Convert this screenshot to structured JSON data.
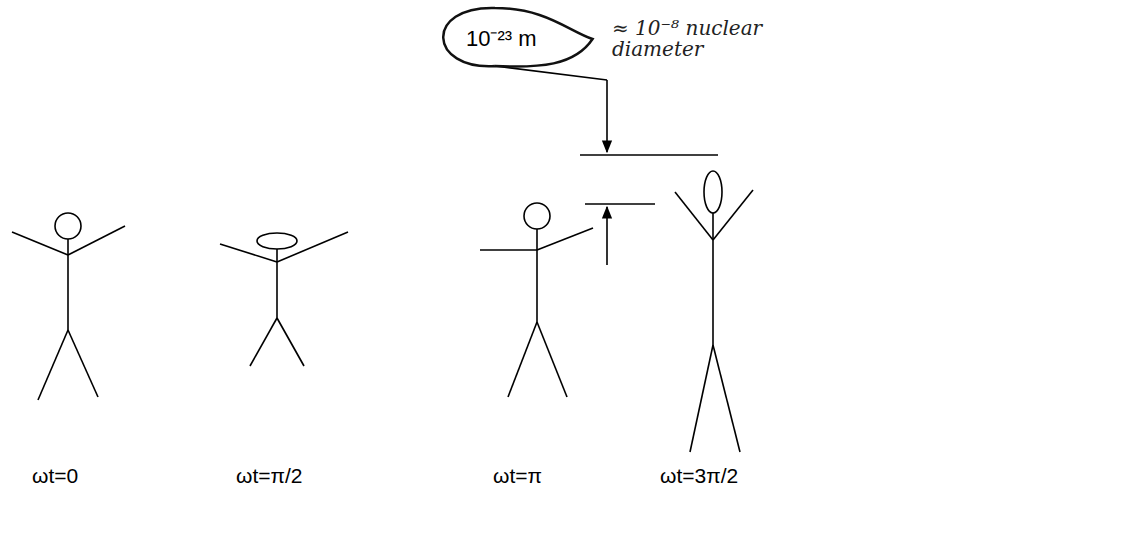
{
  "diagram": {
    "nodes": [
      {
        "text": [
          "10⁻²³ m"
        ]
      }
    ],
    "labels": [
      "≈ 10⁻⁸ nuclear diameter",
      "ωt=0",
      "ωt=π/2",
      "ωt=π",
      "ωt=3π/2"
    ]
  }
}
